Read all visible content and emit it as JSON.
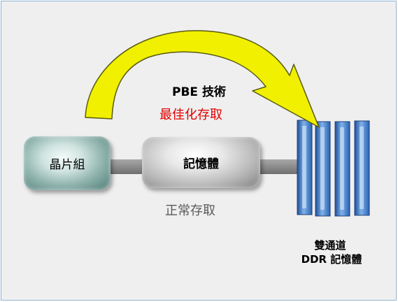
{
  "diagram": {
    "nodes": {
      "chipset": "晶片組",
      "memory": "記憶體",
      "ddr_line1": "雙通道",
      "ddr_line2": "DDR 記憶體"
    },
    "labels": {
      "pbe": "PBE  技術",
      "optimized": "最佳化存取",
      "normal": "正常存取"
    },
    "colors": {
      "frame_background": "#efefef",
      "frame_border": "#8fb4d8",
      "arrow_fill": "#f0f000",
      "optimized_text": "#e10000",
      "normal_text": "#5a5a5a",
      "memory_stick": "#4a86c8",
      "connector": "#8a8a8a"
    }
  }
}
